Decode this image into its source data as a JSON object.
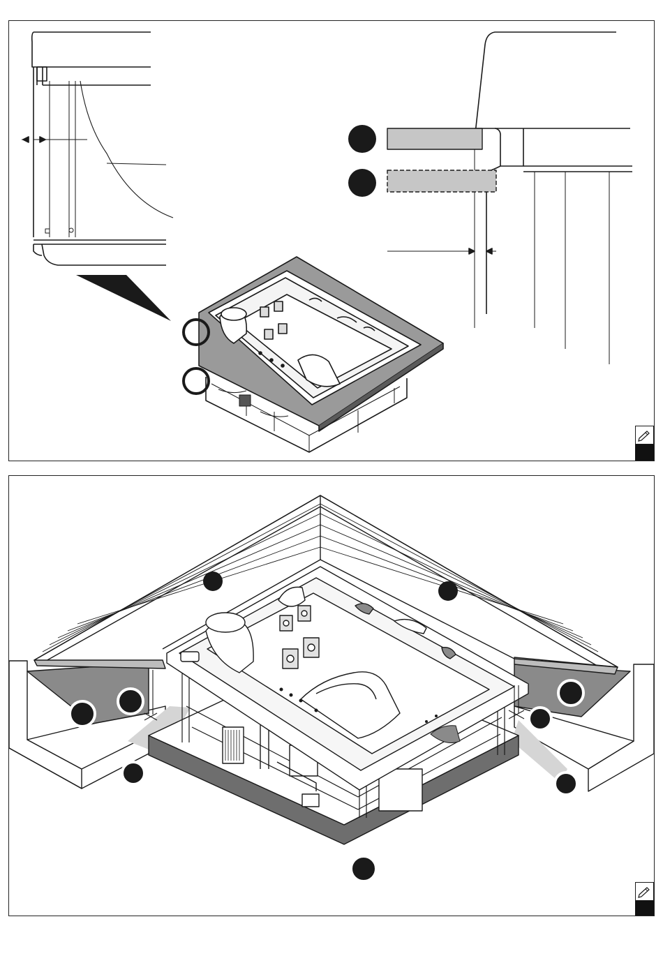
{
  "document": {
    "panels": [
      {
        "id": "detail-and-overview",
        "callouts": [
          {
            "label": "",
            "shape": "filled-circle"
          },
          {
            "label": "",
            "shape": "filled-circle"
          }
        ],
        "icons": [
          "pencil-icon",
          "page-marker"
        ]
      },
      {
        "id": "installation-in-floor",
        "callouts": [
          {
            "label": "",
            "shape": "filled-circle"
          },
          {
            "label": "",
            "shape": "filled-circle"
          },
          {
            "label": "",
            "shape": "filled-circle"
          },
          {
            "label": "",
            "shape": "filled-circle"
          },
          {
            "label": "",
            "shape": "filled-circle"
          },
          {
            "label": "",
            "shape": "filled-circle"
          },
          {
            "label": "",
            "shape": "filled-circle"
          },
          {
            "label": "",
            "shape": "filled-circle"
          },
          {
            "label": "",
            "shape": "filled-circle"
          }
        ],
        "icons": [
          "pencil-icon",
          "page-marker"
        ]
      }
    ],
    "colors": {
      "line": "#1a1a1a",
      "callout": "#1a1a1a",
      "shade-light": "#c8c8c8",
      "shade-mid": "#8a8a8a",
      "shade-dark": "#6e6e6e",
      "gravel": "#d2d2d2"
    }
  }
}
